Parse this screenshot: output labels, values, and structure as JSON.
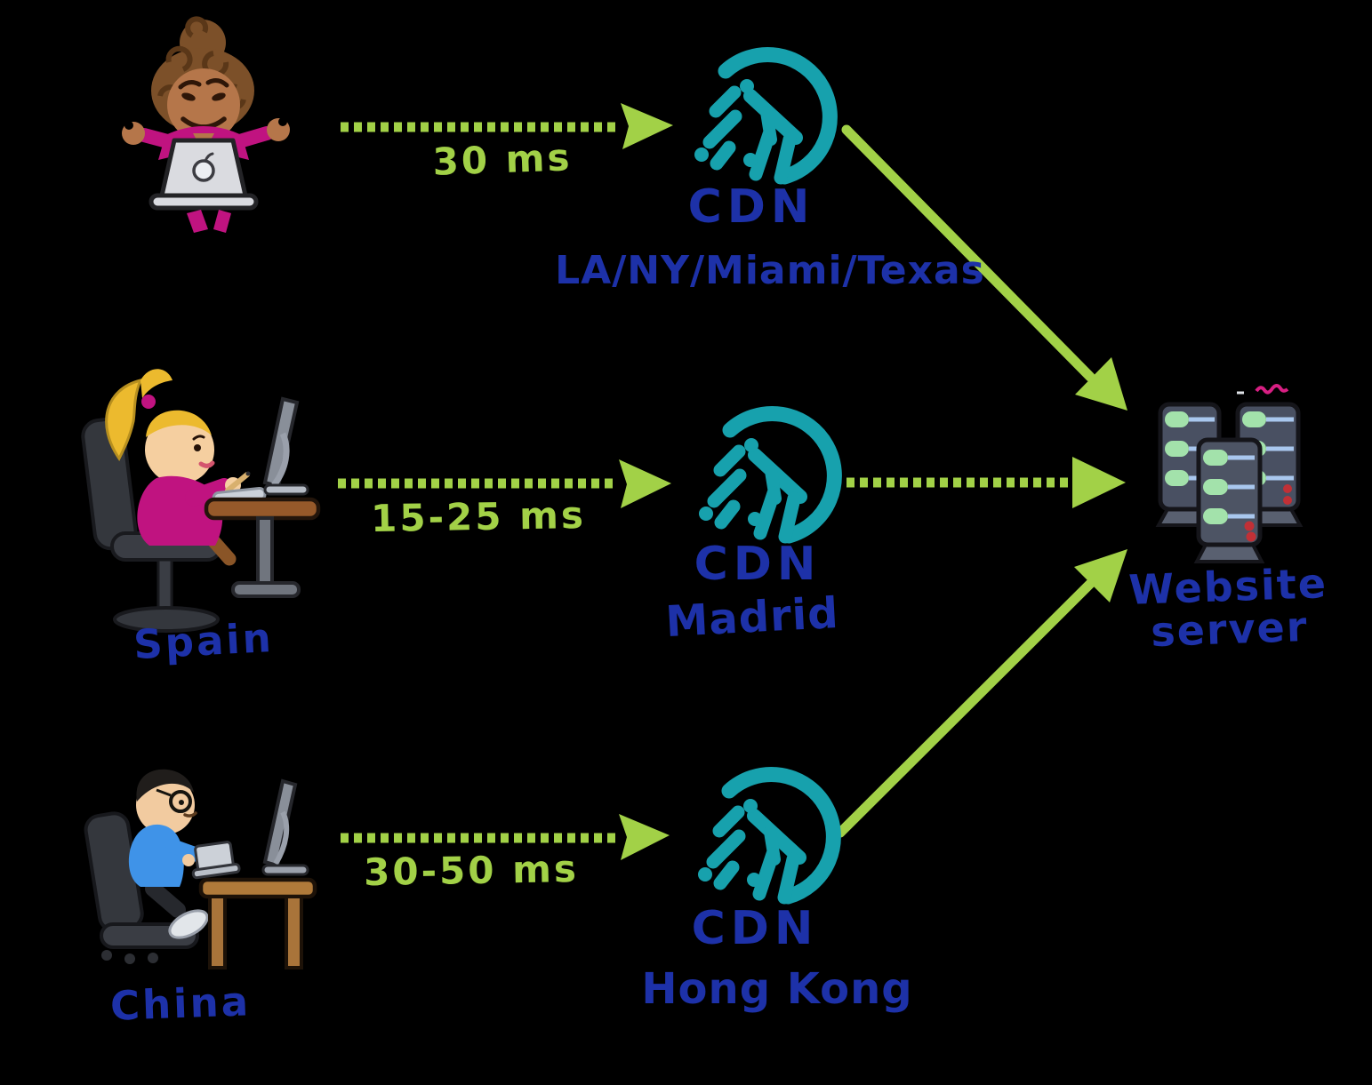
{
  "colors": {
    "background": "#000000",
    "arrow_green": "#a2d147",
    "cdn_teal": "#17a1ad",
    "text_blue": "#1d31a8"
  },
  "rows": [
    {
      "user_icon": "woman-with-laptop-illustration",
      "latency": "30 ms",
      "cdn_icon": "cdn-jellyfish-icon",
      "cdn_label": "CDN",
      "cdn_location": "LA/NY/Miami/Texas"
    },
    {
      "user_icon": "woman-at-desk-illustration",
      "user_label": "Spain",
      "latency": "15-25 ms",
      "cdn_icon": "cdn-jellyfish-icon",
      "cdn_label": "CDN",
      "cdn_location": "Madrid"
    },
    {
      "user_icon": "man-at-desk-illustration",
      "user_label": "China",
      "latency": "30-50 ms",
      "cdn_icon": "cdn-jellyfish-icon",
      "cdn_label": "CDN",
      "cdn_location": "Hong Kong"
    }
  ],
  "server": {
    "icon": "server-towers-illustration",
    "label_line1": "Website",
    "label_line2": "server"
  }
}
